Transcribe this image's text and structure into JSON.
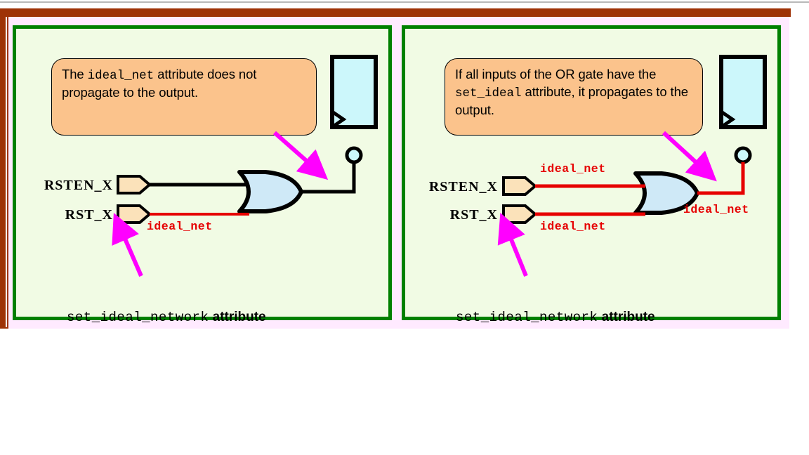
{
  "colors": {
    "frame_brown": "#9e3206",
    "slide_background": "#ffeaff",
    "panel_border_green": "#008000",
    "panel_background": "#f1fbe4",
    "callout_fill": "#fbc38c",
    "net_red": "#e60000",
    "arrow_magenta": "#ff00ff",
    "gate_fill": "#cfe9f7",
    "register_fill": "#ccf7fb",
    "port_fill": "#fbe2ba",
    "wire_black": "#000000",
    "top_rule_grey": "#b8b8b8"
  },
  "panels": [
    {
      "id": "left",
      "callout": {
        "segments": [
          {
            "text": "The ",
            "style": "sans"
          },
          {
            "text": "ideal_net",
            "style": "mono"
          },
          {
            "text": " attribute does not propagate to the output.",
            "style": "sans"
          }
        ],
        "plain": "The ideal_net attribute does not propagate to the output."
      },
      "ports": [
        {
          "name": "RSTEN_X",
          "net_label": "",
          "net_color": "black"
        },
        {
          "name": "RST_X",
          "net_label": "ideal_net",
          "net_color": "red"
        }
      ],
      "gate": {
        "type": "OR",
        "label": "OR gate"
      },
      "register": {
        "type": "flip-flop",
        "clock_marker": ">",
        "has_inverting_bubble": true
      },
      "output_net": {
        "label": "",
        "color": "black"
      },
      "caption": {
        "command": "set_ideal_network",
        "word": "attribute"
      },
      "arrows": [
        {
          "name": "callout-to-output-arrow",
          "direction": "down-right"
        },
        {
          "name": "caption-to-port-arrow",
          "direction": "up-right"
        }
      ]
    },
    {
      "id": "right",
      "callout": {
        "segments": [
          {
            "text": "If all inputs of the OR gate have the ",
            "style": "sans"
          },
          {
            "text": "set_ideal",
            "style": "mono"
          },
          {
            "text": " attribute, it propagates to the output.",
            "style": "sans"
          }
        ],
        "plain": "If all inputs of the OR gate have the set_ideal attribute, it propagates to the output."
      },
      "ports": [
        {
          "name": "RSTEN_X",
          "net_label": "ideal_net",
          "net_color": "red"
        },
        {
          "name": "RST_X",
          "net_label": "ideal_net",
          "net_color": "red"
        }
      ],
      "gate": {
        "type": "OR",
        "label": "OR gate"
      },
      "register": {
        "type": "flip-flop",
        "clock_marker": ">",
        "has_inverting_bubble": true
      },
      "output_net": {
        "label": "ideal_net",
        "color": "red"
      },
      "caption": {
        "command": "set_ideal_network",
        "word": "attribute"
      },
      "arrows": [
        {
          "name": "callout-to-output-arrow",
          "direction": "down-right"
        },
        {
          "name": "caption-to-port-arrow",
          "direction": "up-right"
        }
      ]
    }
  ]
}
